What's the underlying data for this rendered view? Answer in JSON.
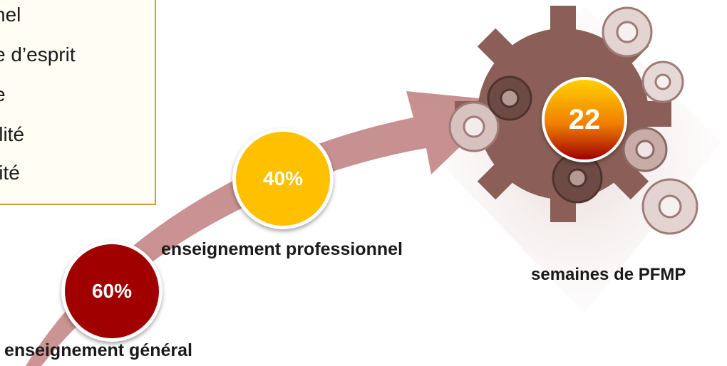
{
  "textbox": {
    "lines": [
      "nel",
      "e d’esprit",
      "e",
      "ilité",
      "lité"
    ]
  },
  "badges": {
    "general_pct": "60%",
    "pro_pct": "40%",
    "pfmp_weeks": "22"
  },
  "labels": {
    "general": "enseignement général",
    "professional": "enseignement professionnel",
    "pfmp": "semaines de PFMP"
  },
  "colors": {
    "arrow": "#cc9090",
    "general_badge": "#a00000",
    "pro_badge": "#ffc000",
    "box_border": "#c9a23f",
    "gears": "#8a5a52"
  }
}
